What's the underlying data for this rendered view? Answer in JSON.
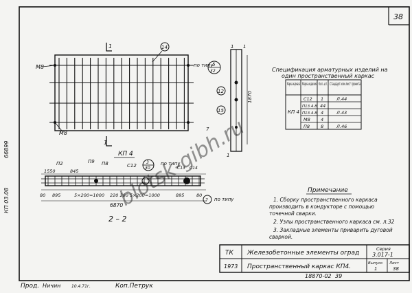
{
  "sheet": {
    "number": "38"
  },
  "plan_labels": {
    "m8_top": "М8",
    "m8_bottom": "М8",
    "callout_14": "14",
    "section_left": "1",
    "section_right": "1",
    "callout_5": "5",
    "callout_32": "32",
    "po_tipu": "по типу",
    "callout_12": "12",
    "callout_15": "15",
    "callout_7_top": "7",
    "callout_7_bottom": "7",
    "dim_vertical": "1870",
    "mark_1a": "1",
    "mark_1b": "1",
    "mark_1c": "1",
    "section_title": "КП 4"
  },
  "section_view": {
    "labels": {
      "p2": "П2",
      "c12": "С12",
      "p8": "П8",
      "p9": "П9",
      "po_tipu_top": "по типу",
      "po_tipu_bottom": "по типу",
      "callout_30": "30",
      "callout_3": "3",
      "c13": "С13",
      "c14": "С14"
    },
    "dims": {
      "d1550": "1550",
      "d845": "845",
      "d80_left": "80",
      "d895_left": "895",
      "d_mid": "5×200=1000",
      "d_mid2": "220 200 5×200=1000",
      "d895_right": "895",
      "d80_right": "80",
      "total": "6870"
    },
    "cut_label": "2 – 2"
  },
  "spec": {
    "title_line1": "Спецификация арматурных изделий на",
    "title_line2": "один пространственный каркас",
    "headers": [
      "Марка каркаса",
      "Марка изделия",
      "Кол. шт.",
      "Стандарт или лист проекта"
    ],
    "rows": [
      {
        "item": "С12",
        "qty": "1",
        "ref": "Л.44"
      },
      {
        "item": "П13.4.8",
        "qty": "44",
        "ref": ""
      },
      {
        "item": "П13.4.8",
        "qty": "4",
        "ref": "Л.43"
      },
      {
        "item": "М8",
        "qty": "4",
        "ref": ""
      },
      {
        "item": "П8",
        "qty": "8",
        "ref": "Л.46"
      }
    ],
    "row_mark": "КП 4"
  },
  "notes": {
    "title": "Примечание",
    "n1a": "1. Сборку пространственного каркаса",
    "n1b": "производить в кондукторе с помощью",
    "n1c": "точечной сварки.",
    "n2": "2. Узлы пространственного каркаса см. л.32",
    "n3a": "3. Закладные элементы приварить дуговой",
    "n3b": "сваркой."
  },
  "title_block": {
    "code": "ТК",
    "series_label": "Серия",
    "series": "3.017-1",
    "year": "1973",
    "title1": "Железобетонные элементы оград",
    "title2": "Пространственный каркас КП4.",
    "issue_label": "Выпуск",
    "issue": "1",
    "sheet_label": "Лист",
    "sheet": "38"
  },
  "bottom": {
    "left_label": "Прод.",
    "signature": "Ничин",
    "left_extra": "10.4.71г.",
    "copied": "Коп.Петрук",
    "doc_number": "18870-02",
    "page": "39"
  },
  "side_labels": {
    "a": "66899",
    "b": "КП 03.08"
  },
  "watermark": "blotsk-gibh.ru"
}
